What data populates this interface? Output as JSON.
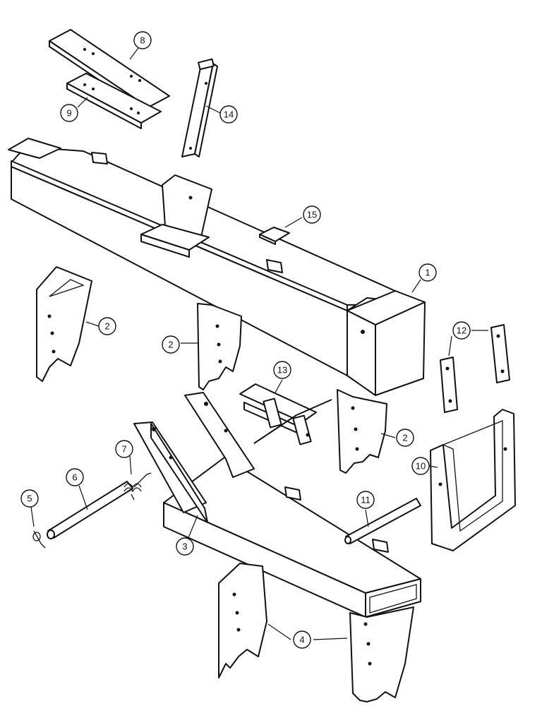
{
  "callouts": {
    "c1": "1",
    "c2a": "2",
    "c2b": "2",
    "c2c": "2",
    "c3": "3",
    "c4": "4",
    "c5": "5",
    "c6": "6",
    "c7": "7",
    "c8": "8",
    "c9": "9",
    "c10": "10",
    "c11": "11",
    "c12": "12",
    "c13": "13",
    "c14": "14",
    "c15": "15"
  }
}
